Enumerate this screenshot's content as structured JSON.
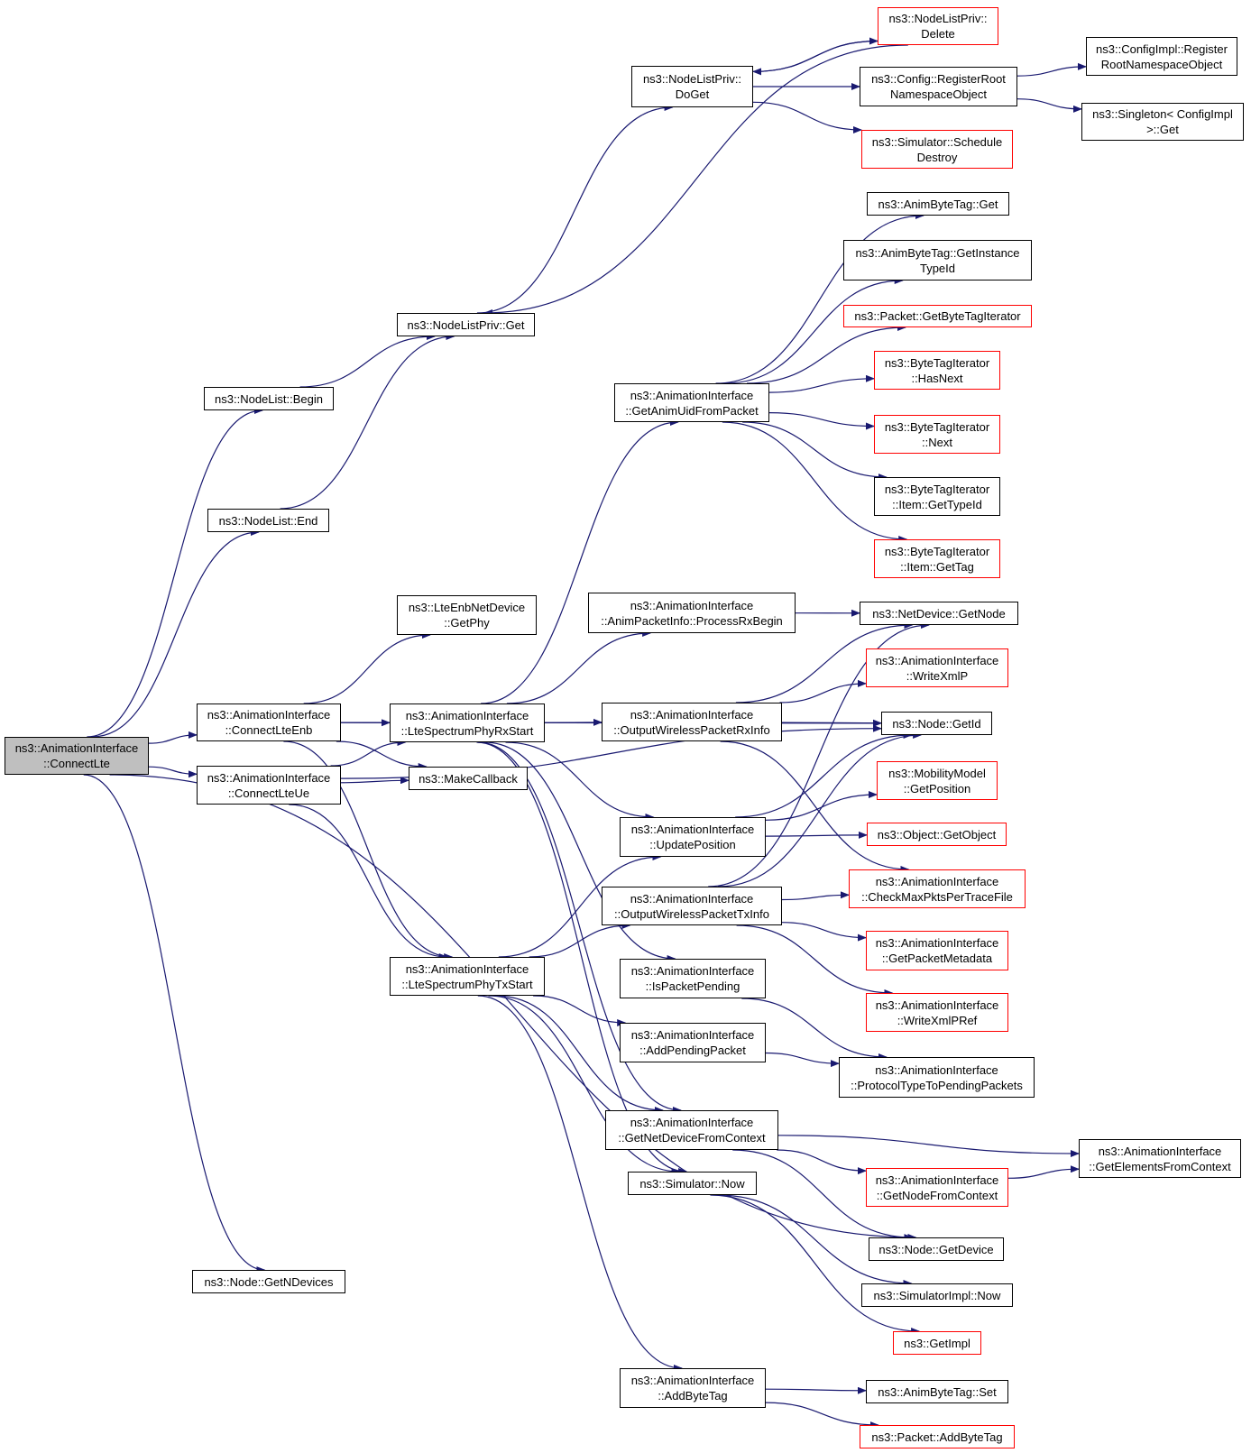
{
  "colors": {
    "edge": "#191970",
    "normal_border": "#000000",
    "truncated_border": "#ff0000",
    "root_fill": "#bfbfbf"
  },
  "nodes": [
    {
      "id": "connectlte",
      "label": "ns3::AnimationInterface\n::ConnectLte",
      "style": "root"
    },
    {
      "id": "nodelist_begin",
      "label": "ns3::NodeList::Begin",
      "style": "normal"
    },
    {
      "id": "nodelist_end",
      "label": "ns3::NodeList::End",
      "style": "normal"
    },
    {
      "id": "nodelistpriv_get",
      "label": "ns3::NodeListPriv::Get",
      "style": "normal"
    },
    {
      "id": "nodelistpriv_doget",
      "label": "ns3::NodeListPriv::\nDoGet",
      "style": "normal"
    },
    {
      "id": "nodelistpriv_delete",
      "label": "ns3::NodeListPriv::\nDelete",
      "style": "red"
    },
    {
      "id": "config_registerroot",
      "label": "ns3::Config::RegisterRoot\nNamespaceObject",
      "style": "normal"
    },
    {
      "id": "configimpl_register",
      "label": "ns3::ConfigImpl::Register\nRootNamespaceObject",
      "style": "normal"
    },
    {
      "id": "singleton_get",
      "label": "ns3::Singleton< ConfigImpl\n>::Get",
      "style": "normal"
    },
    {
      "id": "simulator_scheduledestroy",
      "label": "ns3::Simulator::Schedule\nDestroy",
      "style": "red"
    },
    {
      "id": "animbytetag_get",
      "label": "ns3::AnimByteTag::Get",
      "style": "normal"
    },
    {
      "id": "animbytetag_getinstancetypeid",
      "label": "ns3::AnimByteTag::GetInstance\nTypeId",
      "style": "normal"
    },
    {
      "id": "packet_getbytetagiterator",
      "label": "ns3::Packet::GetByteTagIterator",
      "style": "red"
    },
    {
      "id": "bytetagiterator_hasnext",
      "label": "ns3::ByteTagIterator\n::HasNext",
      "style": "red"
    },
    {
      "id": "bytetagiterator_next",
      "label": "ns3::ByteTagIterator\n::Next",
      "style": "red"
    },
    {
      "id": "bytetagiterator_item_gettypeid",
      "label": "ns3::ByteTagIterator\n::Item::GetTypeId",
      "style": "normal"
    },
    {
      "id": "bytetagiterator_item_gettag",
      "label": "ns3::ByteTagIterator\n::Item::GetTag",
      "style": "red"
    },
    {
      "id": "getanimuidfrompacket",
      "label": "ns3::AnimationInterface\n::GetAnimUidFromPacket",
      "style": "normal"
    },
    {
      "id": "lteenbnetdevice_getphy",
      "label": "ns3::LteEnbNetDevice\n::GetPhy",
      "style": "normal"
    },
    {
      "id": "processrxbegin",
      "label": "ns3::AnimationInterface\n::AnimPacketInfo::ProcessRxBegin",
      "style": "normal"
    },
    {
      "id": "netdevice_getnode",
      "label": "ns3::NetDevice::GetNode",
      "style": "normal"
    },
    {
      "id": "writexmlp",
      "label": "ns3::AnimationInterface\n::WriteXmlP",
      "style": "red"
    },
    {
      "id": "node_getid",
      "label": "ns3::Node::GetId",
      "style": "normal"
    },
    {
      "id": "connectlteenb",
      "label": "ns3::AnimationInterface\n::ConnectLteEnb",
      "style": "normal"
    },
    {
      "id": "ltespectrumphyrxstart",
      "label": "ns3::AnimationInterface\n::LteSpectrumPhyRxStart",
      "style": "normal"
    },
    {
      "id": "outputwirelesspacketrxinfo",
      "label": "ns3::AnimationInterface\n::OutputWirelessPacketRxInfo",
      "style": "normal"
    },
    {
      "id": "connectlteue",
      "label": "ns3::AnimationInterface\n::ConnectLteUe",
      "style": "normal"
    },
    {
      "id": "makecallback",
      "label": "ns3::MakeCallback",
      "style": "normal"
    },
    {
      "id": "mobilitymodel_getposition",
      "label": "ns3::MobilityModel\n::GetPosition",
      "style": "red"
    },
    {
      "id": "updateposition",
      "label": "ns3::AnimationInterface\n::UpdatePosition",
      "style": "normal"
    },
    {
      "id": "object_getobject",
      "label": "ns3::Object::GetObject",
      "style": "red"
    },
    {
      "id": "outputwirelesspackettxinfo",
      "label": "ns3::AnimationInterface\n::OutputWirelessPacketTxInfo",
      "style": "normal"
    },
    {
      "id": "checkmaxpktspertracefile",
      "label": "ns3::AnimationInterface\n::CheckMaxPktsPerTraceFile",
      "style": "red"
    },
    {
      "id": "getpacketmetadata",
      "label": "ns3::AnimationInterface\n::GetPacketMetadata",
      "style": "red"
    },
    {
      "id": "ltespectrumphytxstart",
      "label": "ns3::AnimationInterface\n::LteSpectrumPhyTxStart",
      "style": "normal"
    },
    {
      "id": "ispacketpending",
      "label": "ns3::AnimationInterface\n::IsPacketPending",
      "style": "normal"
    },
    {
      "id": "writexmlpref",
      "label": "ns3::AnimationInterface\n::WriteXmlPRef",
      "style": "red"
    },
    {
      "id": "addpendingpacket",
      "label": "ns3::AnimationInterface\n::AddPendingPacket",
      "style": "normal"
    },
    {
      "id": "protocoltypetopendingpackets",
      "label": "ns3::AnimationInterface\n::ProtocolTypeToPendingPackets",
      "style": "normal"
    },
    {
      "id": "getnetdevicefromcontext",
      "label": "ns3::AnimationInterface\n::GetNetDeviceFromContext",
      "style": "normal"
    },
    {
      "id": "getelementsfromcontext",
      "label": "ns3::AnimationInterface\n::GetElementsFromContext",
      "style": "normal"
    },
    {
      "id": "getnodefromcontext",
      "label": "ns3::AnimationInterface\n::GetNodeFromContext",
      "style": "red"
    },
    {
      "id": "simulator_now",
      "label": "ns3::Simulator::Now",
      "style": "normal"
    },
    {
      "id": "node_getdevice",
      "label": "ns3::Node::GetDevice",
      "style": "normal"
    },
    {
      "id": "node_getndevices",
      "label": "ns3::Node::GetNDevices",
      "style": "normal"
    },
    {
      "id": "simulatorimpl_now",
      "label": "ns3::SimulatorImpl::Now",
      "style": "normal"
    },
    {
      "id": "getimpl",
      "label": "ns3::GetImpl",
      "style": "red"
    },
    {
      "id": "addbytetag",
      "label": "ns3::AnimationInterface\n::AddByteTag",
      "style": "normal"
    },
    {
      "id": "animbytetag_set",
      "label": "ns3::AnimByteTag::Set",
      "style": "normal"
    },
    {
      "id": "packet_addbytetag",
      "label": "ns3::Packet::AddByteTag",
      "style": "red"
    }
  ],
  "edges": [
    [
      "connectlte",
      "nodelist_begin"
    ],
    [
      "connectlte",
      "nodelist_end"
    ],
    [
      "connectlte",
      "connectlteenb"
    ],
    [
      "connectlte",
      "connectlteue"
    ],
    [
      "connectlte",
      "node_getdevice"
    ],
    [
      "connectlte",
      "node_getndevices"
    ],
    [
      "nodelist_begin",
      "nodelistpriv_get"
    ],
    [
      "nodelist_end",
      "nodelistpriv_get"
    ],
    [
      "nodelistpriv_get",
      "nodelistpriv_doget"
    ],
    [
      "nodelistpriv_doget",
      "nodelistpriv_delete"
    ],
    [
      "nodelistpriv_delete",
      "nodelistpriv_doget"
    ],
    [
      "nodelistpriv_delete",
      "nodelistpriv_get"
    ],
    [
      "nodelistpriv_doget",
      "config_registerroot"
    ],
    [
      "nodelistpriv_doget",
      "simulator_scheduledestroy"
    ],
    [
      "config_registerroot",
      "configimpl_register"
    ],
    [
      "config_registerroot",
      "singleton_get"
    ],
    [
      "connectlteenb",
      "lteenbnetdevice_getphy"
    ],
    [
      "connectlteenb",
      "ltespectrumphyrxstart"
    ],
    [
      "connectlteenb",
      "makecallback"
    ],
    [
      "connectlteenb",
      "ltespectrumphytxstart"
    ],
    [
      "connectlteenb",
      "node_getid"
    ],
    [
      "connectlteue",
      "ltespectrumphyrxstart"
    ],
    [
      "connectlteue",
      "makecallback"
    ],
    [
      "connectlteue",
      "ltespectrumphytxstart"
    ],
    [
      "connectlteue",
      "node_getid"
    ],
    [
      "ltespectrumphyrxstart",
      "getanimuidfrompacket"
    ],
    [
      "ltespectrumphyrxstart",
      "processrxbegin"
    ],
    [
      "ltespectrumphyrxstart",
      "outputwirelesspacketrxinfo"
    ],
    [
      "ltespectrumphyrxstart",
      "updateposition"
    ],
    [
      "ltespectrumphyrxstart",
      "ispacketpending"
    ],
    [
      "ltespectrumphyrxstart",
      "getnetdevicefromcontext"
    ],
    [
      "ltespectrumphyrxstart",
      "simulator_now"
    ],
    [
      "getanimuidfrompacket",
      "animbytetag_get"
    ],
    [
      "getanimuidfrompacket",
      "animbytetag_getinstancetypeid"
    ],
    [
      "getanimuidfrompacket",
      "packet_getbytetagiterator"
    ],
    [
      "getanimuidfrompacket",
      "bytetagiterator_hasnext"
    ],
    [
      "getanimuidfrompacket",
      "bytetagiterator_next"
    ],
    [
      "getanimuidfrompacket",
      "bytetagiterator_item_gettypeid"
    ],
    [
      "getanimuidfrompacket",
      "bytetagiterator_item_gettag"
    ],
    [
      "processrxbegin",
      "netdevice_getnode"
    ],
    [
      "outputwirelesspacketrxinfo",
      "netdevice_getnode"
    ],
    [
      "outputwirelesspacketrxinfo",
      "writexmlp"
    ],
    [
      "outputwirelesspacketrxinfo",
      "node_getid"
    ],
    [
      "outputwirelesspacketrxinfo",
      "checkmaxpktspertracefile"
    ],
    [
      "updateposition",
      "node_getid"
    ],
    [
      "updateposition",
      "mobilitymodel_getposition"
    ],
    [
      "updateposition",
      "object_getobject"
    ],
    [
      "ltespectrumphytxstart",
      "updateposition"
    ],
    [
      "ltespectrumphytxstart",
      "outputwirelesspackettxinfo"
    ],
    [
      "ltespectrumphytxstart",
      "addpendingpacket"
    ],
    [
      "ltespectrumphytxstart",
      "getnetdevicefromcontext"
    ],
    [
      "ltespectrumphytxstart",
      "simulator_now"
    ],
    [
      "ltespectrumphytxstart",
      "addbytetag"
    ],
    [
      "outputwirelesspackettxinfo",
      "netdevice_getnode"
    ],
    [
      "outputwirelesspackettxinfo",
      "node_getid"
    ],
    [
      "outputwirelesspackettxinfo",
      "checkmaxpktspertracefile"
    ],
    [
      "outputwirelesspackettxinfo",
      "getpacketmetadata"
    ],
    [
      "outputwirelesspackettxinfo",
      "writexmlpref"
    ],
    [
      "ispacketpending",
      "protocoltypetopendingpackets"
    ],
    [
      "addpendingpacket",
      "protocoltypetopendingpackets"
    ],
    [
      "getnetdevicefromcontext",
      "getelementsfromcontext"
    ],
    [
      "getnetdevicefromcontext",
      "getnodefromcontext"
    ],
    [
      "getnetdevicefromcontext",
      "node_getdevice"
    ],
    [
      "getnodefromcontext",
      "getelementsfromcontext"
    ],
    [
      "simulator_now",
      "simulatorimpl_now"
    ],
    [
      "simulator_now",
      "getimpl"
    ],
    [
      "addbytetag",
      "animbytetag_set"
    ],
    [
      "addbytetag",
      "packet_addbytetag"
    ]
  ]
}
